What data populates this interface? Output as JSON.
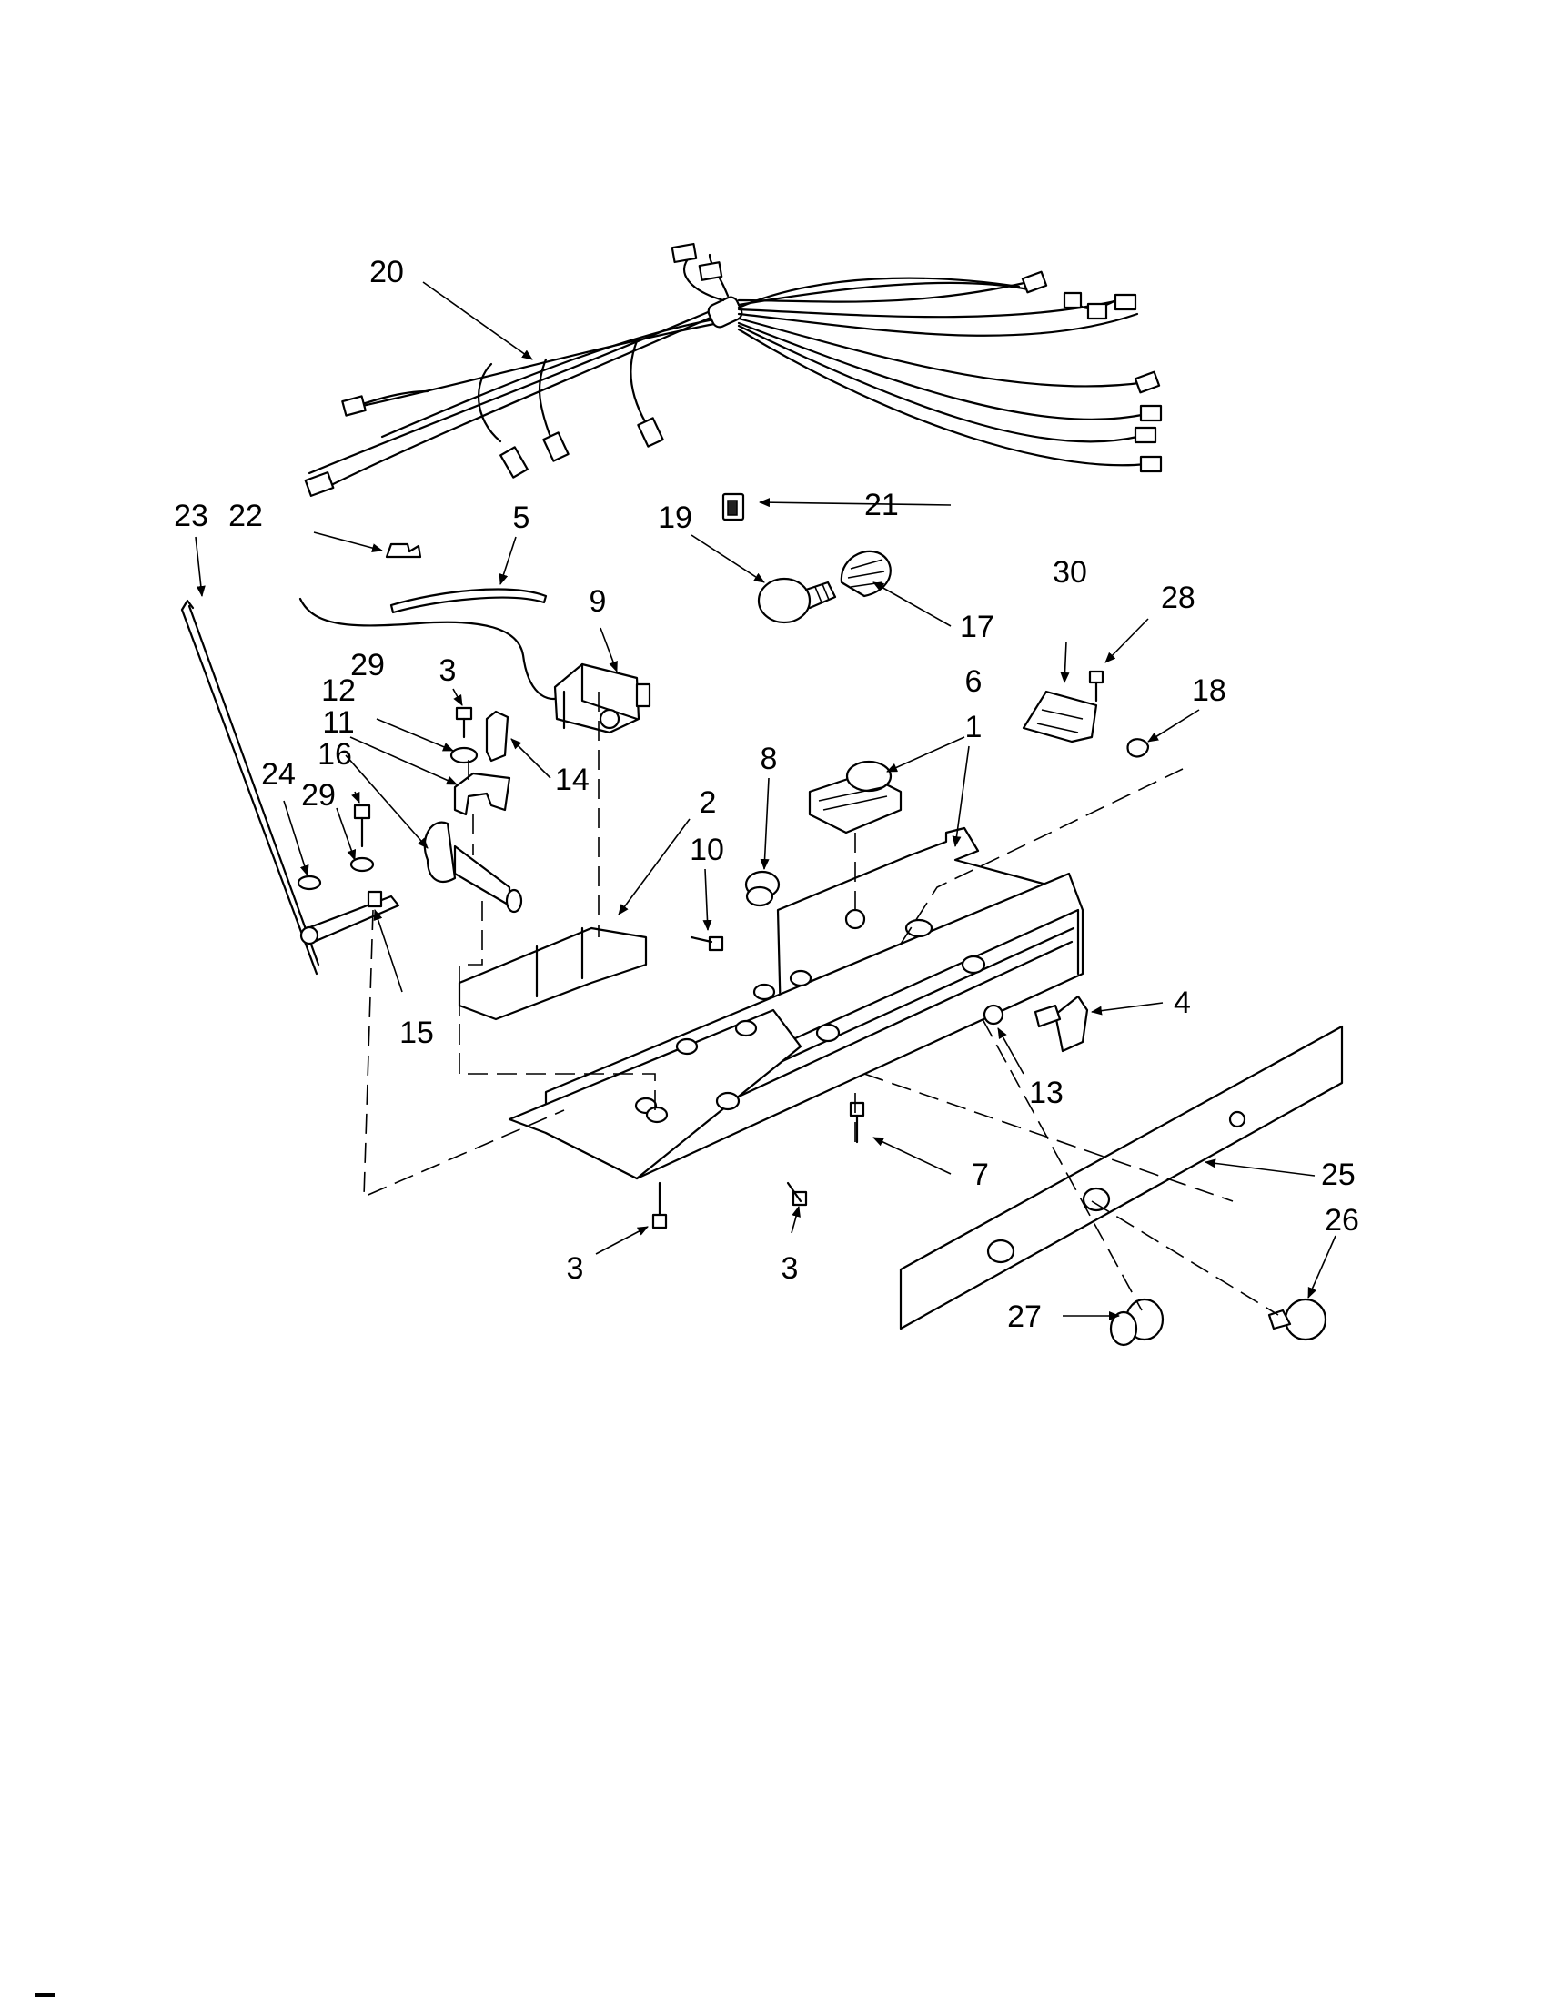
{
  "labels": {
    "p1": "1",
    "p2": "2",
    "p3a": "3",
    "p3b": "3",
    "p3c": "3",
    "p4": "4",
    "p5": "5",
    "p6": "6",
    "p7": "7",
    "p8": "8",
    "p9": "9",
    "p10": "10",
    "p11": "11",
    "p12": "12",
    "p13": "13",
    "p14": "14",
    "p15": "15",
    "p16": "16",
    "p17": "17",
    "p18": "18",
    "p19": "19",
    "p20": "20",
    "p21": "21",
    "p22": "22",
    "p23": "23",
    "p24": "24",
    "p25": "25",
    "p26": "26",
    "p27": "27",
    "p28": "28",
    "p29a": "29",
    "p29b": "29",
    "p30": "30"
  }
}
